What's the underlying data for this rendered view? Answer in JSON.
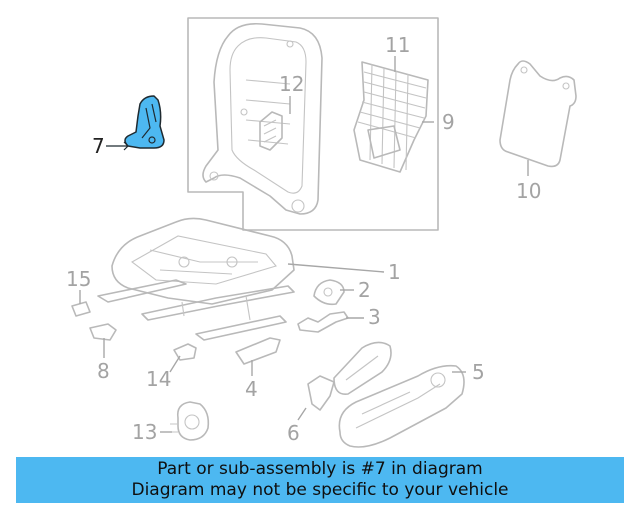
{
  "callouts": {
    "c1": "1",
    "c2": "2",
    "c3": "3",
    "c4": "4",
    "c5": "5",
    "c6": "6",
    "c7": "7",
    "c8": "8",
    "c9": "9",
    "c10": "10",
    "c11": "11",
    "c12": "12",
    "c13": "13",
    "c14": "14",
    "c15": "15"
  },
  "highlight": {
    "part": "7",
    "color": "#4db8f1"
  },
  "banner": {
    "line1": "Part or sub-assembly is #7 in diagram",
    "line2": "Diagram may not be specific to your vehicle",
    "background": "#4db8f1"
  }
}
